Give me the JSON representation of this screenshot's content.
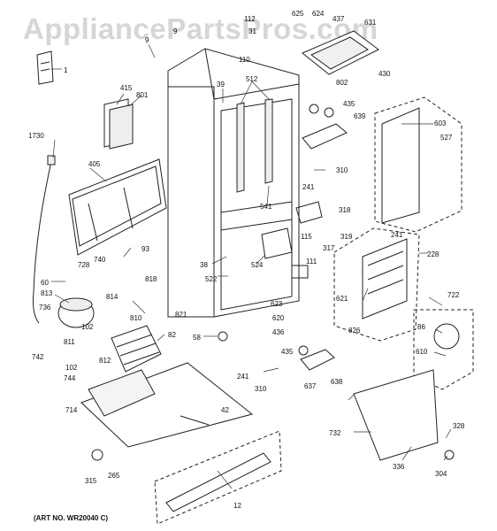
{
  "watermark": "AppliancePartsPros.com",
  "art_no": "(ART NO. WR20040 C)",
  "callouts": [
    "1",
    "9",
    "9",
    "112",
    "625",
    "624",
    "437",
    "631",
    "31",
    "110",
    "430",
    "802",
    "415",
    "801",
    "39",
    "512",
    "435",
    "639",
    "603",
    "527",
    "1730",
    "405",
    "310",
    "241",
    "541",
    "93",
    "318",
    "319",
    "115",
    "317",
    "241",
    "228",
    "38",
    "524",
    "111",
    "728",
    "740",
    "818",
    "522",
    "621",
    "60",
    "813",
    "814",
    "623",
    "620",
    "722",
    "736",
    "810",
    "821",
    "826",
    "86",
    "102",
    "58",
    "436",
    "811",
    "812",
    "82",
    "435",
    "610",
    "742",
    "102",
    "637",
    "638",
    "744",
    "241",
    "310",
    "714",
    "42",
    "732",
    "328",
    "336",
    "315",
    "265",
    "304",
    "12"
  ]
}
